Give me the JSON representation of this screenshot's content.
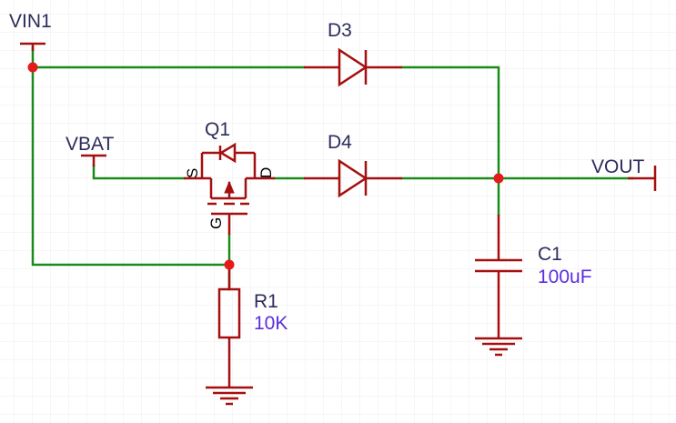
{
  "colors": {
    "background": "#ffffff",
    "grid": "#ececec",
    "wire": "#1a8a1a",
    "component": "#a50f0f",
    "junction": "#e41b1b",
    "designator": "#2c2c5e",
    "value": "#5b2ee0",
    "pin_label": "#000000"
  },
  "nets": {
    "vin1": "VIN1",
    "vbat": "VBAT",
    "vout": "VOUT"
  },
  "components": {
    "d3": {
      "designator": "D3",
      "symbol": "diode"
    },
    "d4": {
      "designator": "D4",
      "symbol": "diode"
    },
    "q1": {
      "designator": "Q1",
      "symbol": "p-channel-mosfet",
      "pins": {
        "source": "S",
        "drain": "D",
        "gate": "G"
      }
    },
    "r1": {
      "designator": "R1",
      "value": "10K",
      "symbol": "resistor"
    },
    "c1": {
      "designator": "C1",
      "value": "100uF",
      "symbol": "capacitor"
    }
  }
}
